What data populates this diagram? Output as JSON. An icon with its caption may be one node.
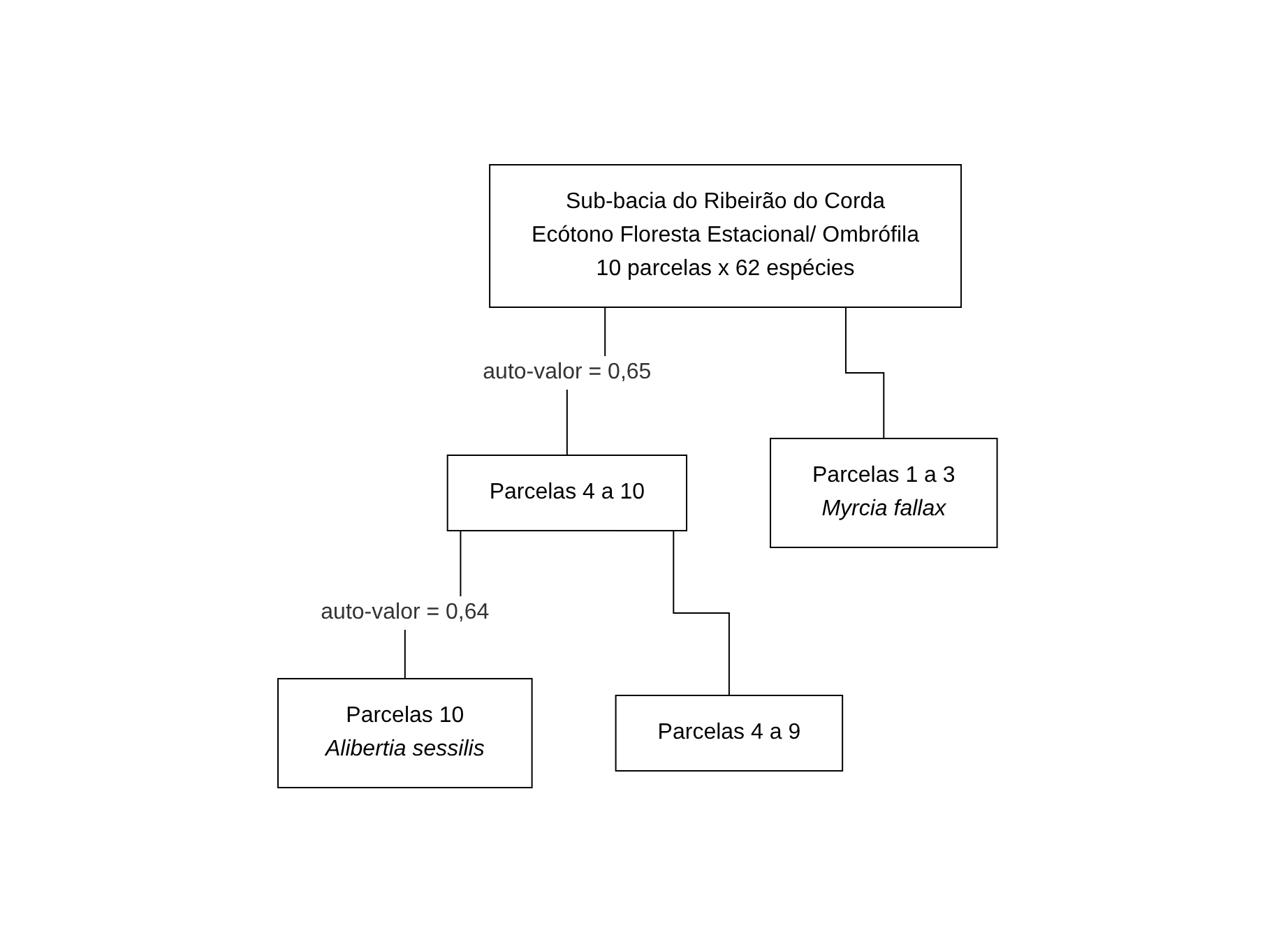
{
  "diagram": {
    "nodes": [
      {
        "text": [
          "Sub-bacia do Ribeirão do Corda",
          "Ecótono Floresta Estacional/ Ombrófila",
          "10 parcelas x 62 espécies"
        ]
      },
      {
        "text": [
          "Parcelas 4 a 10"
        ]
      },
      {
        "text": [
          "Parcelas 1 a 3",
          "Myrcia fallax"
        ]
      },
      {
        "text": [
          "Parcelas 10",
          "Alibertia sessilis"
        ]
      },
      {
        "text": [
          "Parcelas 4 a 9"
        ]
      }
    ],
    "edges": [
      {
        "from": 0,
        "to": 1,
        "arrow": "none",
        "label": "auto-valor = 0,65"
      },
      {
        "from": 0,
        "to": 2,
        "arrow": "none"
      },
      {
        "from": 1,
        "to": 3,
        "arrow": "none",
        "label": "auto-valor = 0,64"
      },
      {
        "from": 1,
        "to": 4,
        "arrow": "none"
      }
    ]
  }
}
